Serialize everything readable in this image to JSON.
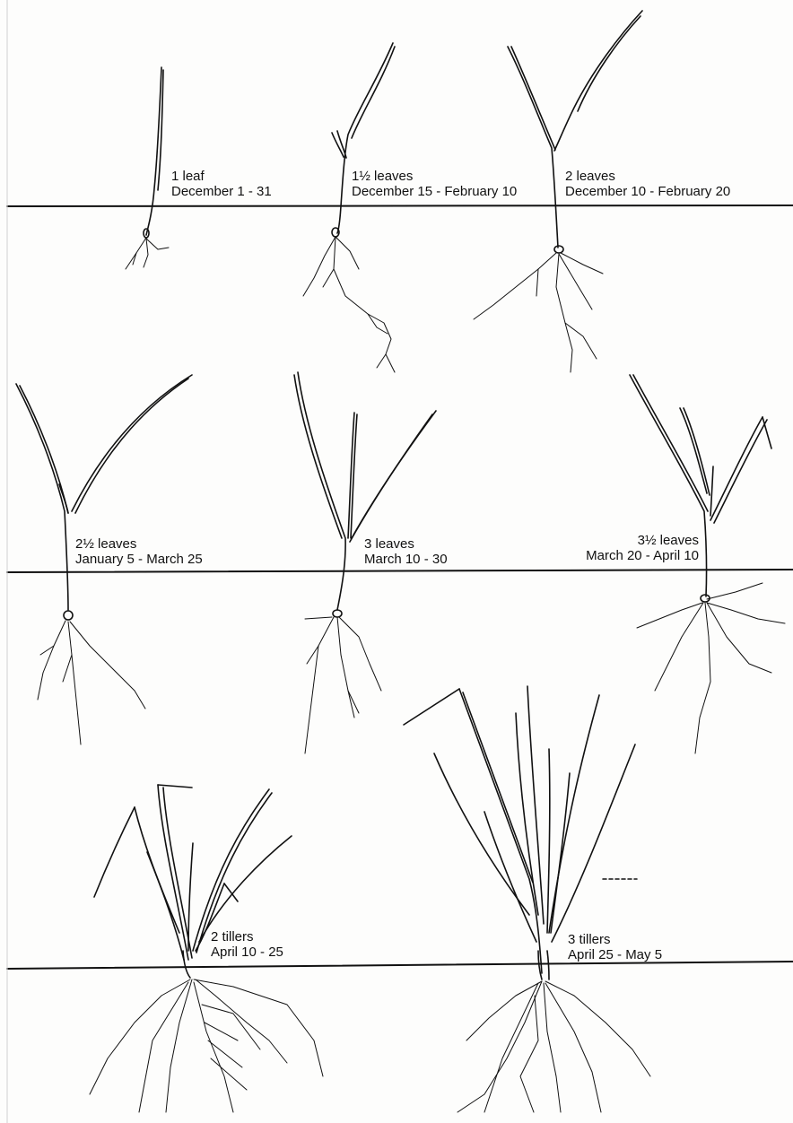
{
  "stages": [
    {
      "stage": "1 leaf",
      "dates": "December 1 - 31"
    },
    {
      "stage": "1½ leaves",
      "dates": "December 15 - February 10"
    },
    {
      "stage": "2 leaves",
      "dates": "December 10 - February 20"
    },
    {
      "stage": "2½ leaves",
      "dates": "January 5 - March 25"
    },
    {
      "stage": "3 leaves",
      "dates": "March 10 - 30"
    },
    {
      "stage": "3½ leaves",
      "dates": "March 20 - April 10"
    },
    {
      "stage": "2 tillers",
      "dates": "April 10 - 25"
    },
    {
      "stage": "3 tillers",
      "dates": "April 25 - May 5"
    }
  ],
  "colors": {
    "ink": "#111111",
    "paper": "#fdfdfc"
  },
  "icons": [
    "seedling-illustration",
    "tillering-plant-illustration",
    "soil-line"
  ]
}
